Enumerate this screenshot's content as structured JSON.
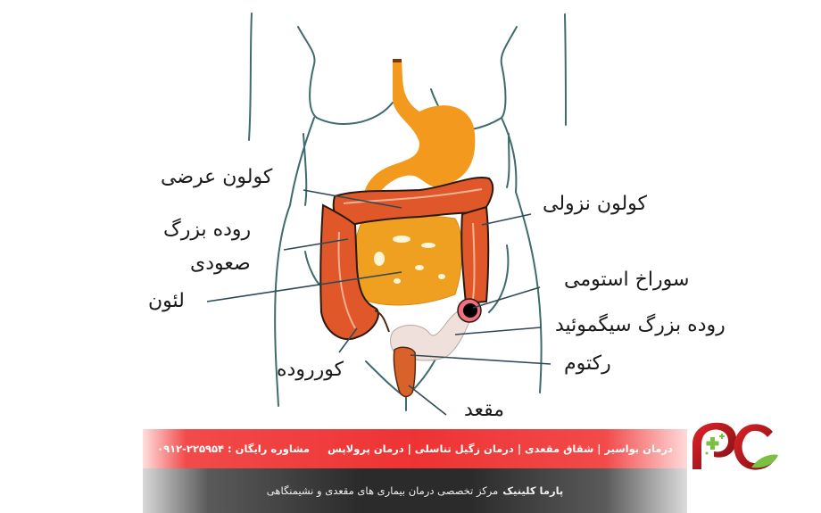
{
  "diagram": {
    "title": "Large intestine anatomy with stoma",
    "labels": {
      "transverse_colon": "کولون عرضی",
      "ascending_colon_line1": "روده بزرگ",
      "ascending_colon_line2": "صعودی",
      "ileum": "لئون",
      "cecum": "کورروده",
      "descending_colon": "کولون نزولی",
      "stoma_opening": "سوراخ استومی",
      "sigmoid_colon": "روده بزرگ سیگموئید",
      "rectum": "رکتوم",
      "anus": "مقعد"
    },
    "colors": {
      "stomach_orange": "#f39a1e",
      "small_intestine_orange": "#f0a020",
      "colon_red_orange": "#e0582a",
      "outline": "#2a3a3a",
      "body_outline": "#3f6b6b",
      "stoma_ring": "#f07080",
      "stoma_hole": "#000000",
      "sigmoid_pale": "#efe0dc",
      "rectum": "#d9622a"
    }
  },
  "footer": {
    "services_bar": {
      "topics": "درمان بواسیر | شقاق مقعدی | درمان زگیل تناسلی | درمان پرولاپس",
      "consult_label": "مشاوره رایگان :",
      "phone": "۰۹۱۲-۲۲۵۹۵۴",
      "bg_color": "#ee3333"
    },
    "brand_bar": {
      "brand_name": "پارما کلینیک",
      "tagline": "مرکز تخصصی درمان بیماری های مقعدی و نشیمنگاهی",
      "bg_color": "#2b2b2b"
    },
    "logo": {
      "alt": "PC logo",
      "red": "#c8161d",
      "dark_red": "#7a0f12",
      "green": "#7ac143"
    }
  }
}
